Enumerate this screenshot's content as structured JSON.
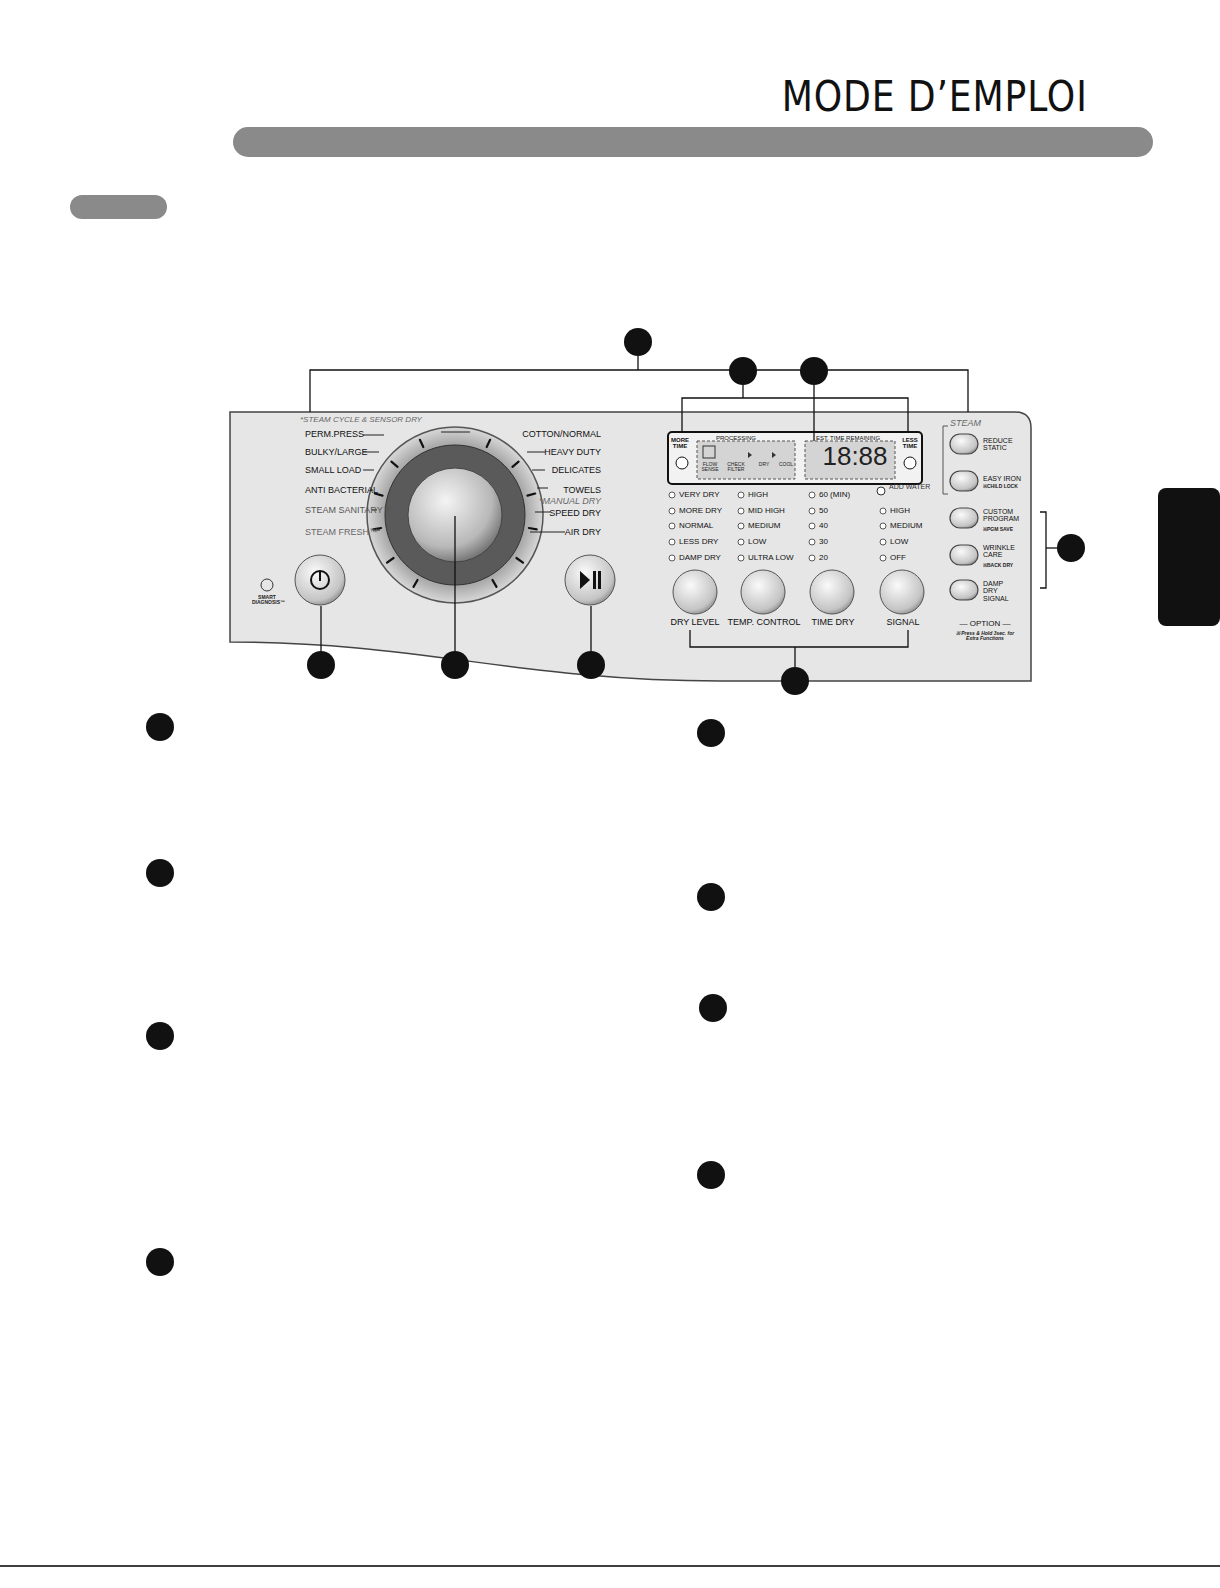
{
  "diagram": {
    "title": "MODE D’EMPLOI",
    "labels": [
      "*STEAM CYCLE & SENSOR DRY",
      "PERM.PRESS",
      "BULKY/LARGE",
      "SMALL LOAD",
      "ANTI BACTERIAL",
      "STEAM SANITARY™",
      "STEAM FRESH™",
      "COTTON/NORMAL",
      "HEAVY DUTY",
      "DELICATES",
      "TOWELS",
      "*MANUAL DRY",
      "SPEED DRY",
      "AIR DRY",
      "SMART DIAGNOSIS™",
      "MORE TIME",
      "PROCESSING",
      "EST. TIME REMAINING",
      "LESS TIME",
      "FLOW SENSE",
      "CHECK FILTER",
      "DRY",
      "COOL",
      "18:88",
      "VERY DRY",
      "MORE DRY",
      "NORMAL",
      "LESS DRY",
      "DAMP DRY",
      "HIGH",
      "MID HIGH",
      "MEDIUM",
      "LOW",
      "ULTRA LOW",
      "60 (MIN)",
      "50",
      "40",
      "30",
      "20",
      "ADD WATER",
      "HIGH",
      "MEDIUM",
      "LOW",
      "OFF",
      "DRY LEVEL",
      "TEMP. CONTROL",
      "TIME DRY",
      "SIGNAL",
      "STEAM",
      "REDUCE STATIC",
      "EASY IRON",
      "※CHILD LOCK",
      "CUSTOM PROGRAM",
      "※PGM SAVE",
      "WRINKLE CARE",
      "※BACK DRY",
      "DAMP DRY SIGNAL",
      "— OPTION —",
      "※ Press & Hold 3sec. for Extra Functions"
    ]
  }
}
